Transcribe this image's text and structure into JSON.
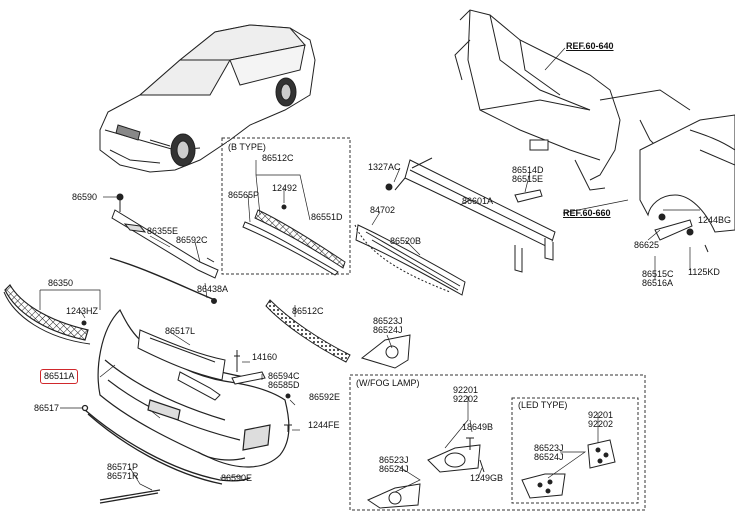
{
  "diagram": {
    "reference_labels": [
      "REF.60-640",
      "REF.60-660"
    ],
    "highlighted_part": "86511A",
    "groups": {
      "b_type": "(B TYPE)",
      "fog_lamp": "(W/FOG LAMP)",
      "led_type": "(LED TYPE)"
    },
    "parts": {
      "p86590": "86590",
      "p86355E": "86355E",
      "p86592C": "86592C",
      "p86438A": "86438A",
      "p86350": "86350",
      "p1243HZ": "1243HZ",
      "p86517L": "86517L",
      "p86512C_b": "86512C",
      "p12492": "12492",
      "p86565P": "86565P",
      "p86551D": "86551D",
      "p86512C": "86512C",
      "p14160": "14160",
      "p86594C": "86594C",
      "p86585D": "86585D",
      "p86592E": "86592E",
      "p86517": "86517",
      "p1244FE": "1244FE",
      "p86571P": "86571P",
      "p86571R": "86571R",
      "p86590E": "86590E",
      "p1327AC": "1327AC",
      "p86601A": "86601A",
      "p84702": "84702",
      "p86520B": "86520B",
      "p86514D": "86514D",
      "p86515E": "86515E",
      "p86523J": "86523J",
      "p86524J": "86524J",
      "p92201": "92201",
      "p92202": "92202",
      "p18649B": "18649B",
      "p86523J_f": "86523J",
      "p86524J_f": "86524J",
      "p1249GB": "1249GB",
      "p92201_l": "92201",
      "p92202_l": "92202",
      "p86523J_l": "86523J",
      "p86524J_l": "86524J",
      "p1244BG": "1244BG",
      "p86625": "86625",
      "p86515C": "86515C",
      "p86516A": "86516A",
      "p1125KD": "1125KD"
    }
  }
}
